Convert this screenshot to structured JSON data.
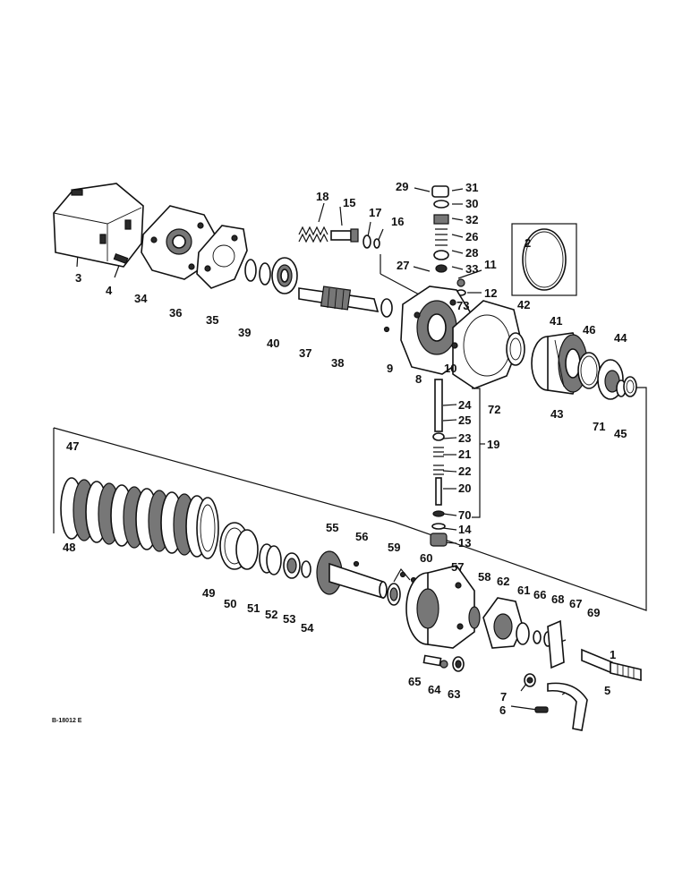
{
  "figure_code": "B-18012 E",
  "labels": [
    "1",
    "2",
    "3",
    "4",
    "5",
    "6",
    "7",
    "8",
    "9",
    "10",
    "11",
    "12",
    "13",
    "14",
    "15",
    "16",
    "17",
    "18",
    "19",
    "20",
    "21",
    "22",
    "23",
    "24",
    "25",
    "26",
    "27",
    "28",
    "29",
    "30",
    "31",
    "32",
    "33",
    "34",
    "35",
    "36",
    "37",
    "38",
    "39",
    "40",
    "41",
    "42",
    "43",
    "44",
    "45",
    "46",
    "47",
    "48",
    "49",
    "50",
    "51",
    "52",
    "53",
    "54",
    "55",
    "56",
    "57",
    "58",
    "59",
    "60",
    "61",
    "62",
    "63",
    "64",
    "65",
    "66",
    "67",
    "68",
    "69",
    "70",
    "71",
    "72",
    "73"
  ]
}
